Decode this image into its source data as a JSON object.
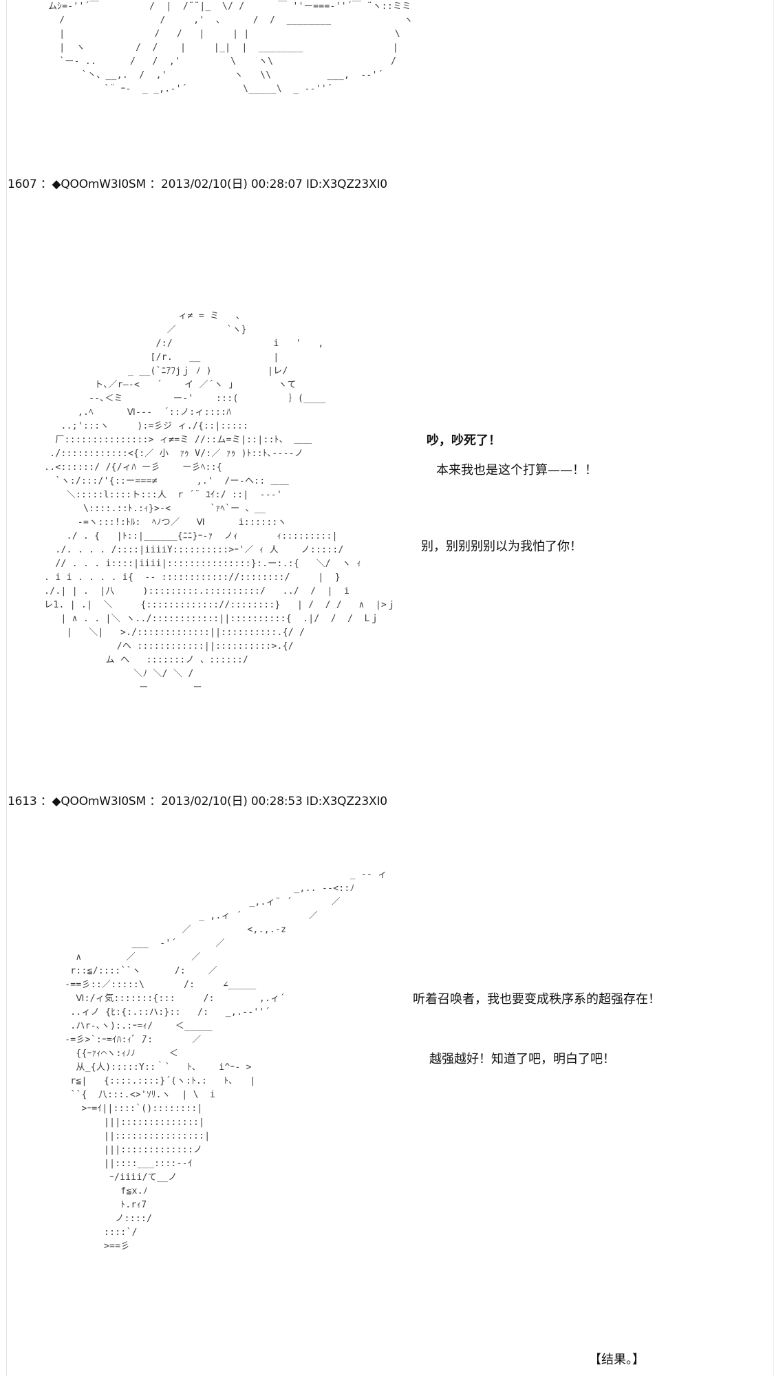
{
  "posts": [
    {
      "number": "1607",
      "separator": "：",
      "name": "◆QOOmW3I0SM",
      "date": "2013/02/10(日)",
      "time": "00:28:07",
      "id": "ID:X3QZ23XI0",
      "dialogue": [
        "吵，吵死了！",
        "本来我也是这个打算——！！",
        "别，别别别别以为我怕了你！"
      ]
    },
    {
      "number": "1613",
      "separator": "：",
      "name": "◆QOOmW3I0SM",
      "date": "2013/02/10(日)",
      "time": "00:28:53",
      "id": "ID:X3QZ23XI0",
      "dialogue": [
        "听着召唤者，我也要变成秩序系的超强存在！",
        "越强越好！知道了吧，明白了吧！"
      ]
    }
  ],
  "ending_mark": "【结果。】",
  "ascii_art": {
    "top": "ムｼ=‐''´￣         /  |  /¨¨|_  \\/ /      ￣ ''ー===‐''´￣ ¨ヽ::ミミ\n  /                 /     ,'  、     /  /  ________             ヽ\n  |                /   /   |     | |                          \\\n  |  ヽ         /  /    |     |_|  |  ________                |\n  `ー- ..      /   /  ,'         \\    ヽ\\                     /\n      `丶、__,.  /  ,'            ヽ   \\\\          ___,  -‐'´\n          `¨ ｰ-  _ _,.-'´          \\_____\\  _ -‐''´",
    "middle": "                         ィ≠ = ミ   、\n                       ／         `ヽ}\n                     /:/                  i   '   ,\n                    [/r.   __             |\n                _ __(`ﾆｱﾌjｊ ﾉ )          |レ/\n          ト､／r―‐<   ´    イ ／´ヽ ｣        ヽて\n         -‐､＜ミ         ー‐'    :::(         ｝(____\n       ,.ﾍ      Ⅵ-‐-  ´::ノ:ィ::::ﾊ\n    ..;':::ヽ     ):=彡ジ ィ./{::|:::::\n   厂:::::::::::::::> ィ≠=ミ //::ム=ミ|::|::ﾄ、 ＿＿\n  ./::::::::::::<{:／ 小  ｧｩ V/:／ ｧｩ )ﾄ::ﾄ､-‐‐‐ノ\n ..<::::::/ /{/ィﾊ ー彡    ー彡ﾍ::{\n   `ヽ:/:::/'{::ー===≠       ,.'  /ー‐ヘ:: ＿＿\n     ＼:::::l::::ト:::人  r ´¨ ﾕｲ:/ ::|  ‐‐‐'\n        \\::::.::ﾄ.:ｨ}>-<       `ｧﾍ`ー 、__\n       ‐=ヽ:::!:ﾄﾙ:  ﾍﾉつ／   Ⅵ      i::::::ヽ\n     ./ . {   |ﾄ::|______{ﾆﾆ}ｰ-ｧ  ノｨ       ｨ:::::::::|\n   ./. . . . /::::|iiiiY::::::::::>ｰ'／ ｨ 人    ノ:::::/\n   // . . . i::::|iiii|:::::::::::::::}:.ー:.:{   ＼/  ヽ ｨ\n . i i . . . . i{  ‐‐ :::::::::::://::::::::/     |  }\n ./.| | .  |八     ):::::::::.::::::::::/   ../  /  |  i\n レ1. | .|  ＼     {::::::::::::://::::::::}   | /  / /   ∧  |>ｊ\n    | ∧ . . |＼ ヽ../::::::::::::||::::::::::{  .|/  /  /  Lｊ\n     |   ＼|   >./:::::::::::::||::::::::::.{/ /\n              /ヘ ::::::::::::||::::::::::>.{/\n            ム ヘ   :::::::ノ 、::::::/\n                 ＼ﾉ ＼/ ＼ /\n                  ー        ー",
    "bottom": "                                                    _ -‐ ィ\n                                          _,.. -‐<::ﾉ\n                                  _,.ィ¨ ´       ／\n                         _ ,.ィ ´            ／\n                      ／          <,.,.-z\n             ___  ‐'´       ／\n   ∧        ／          ／\n  r::≦/::::``ヽ      /:    ／\n ‐==彡::／:::::\\       /:     ∠_____\n   Ⅵ:/ィ気:::::::{:::     /:        ,.ィ´\n  ..ィノ {ﾋ:{:.::ハ:}::   /:   _,.‐‐''´\n  .ハr-､ヽ):.:ｰ=ｨ/    ＜_____\n ‐=彡>`:ｰ=ｲﾊ:ｨﾞ ̄/:       ／\n   {{ｰｧｨ⌒ヽ:ｨﾉﾉ      ＜\n   从_{人):::::Y::｀`   ﾄ､    i^ｰ- >\n  r≦|   {::::.::::}´(ヽ:ﾄ.:   ﾄ､   |\n  ``{  八:::.<>'ｿﾘ.ヽ  | \\  i\n    >ｰ=ｲ||::::`()::::::::|\n        |||::::::::::::::|\n        ||::::::::::::::::|\n        |||:::::::::::::ノ\n        ||::::___::::-‐ｲ\n         ｰ/iiii/て__ノ\n           f≦x.ﾉ\n           ﾄ.rｨ7\n          ノ::::/\n        ::::`/\n        >==彡"
  }
}
